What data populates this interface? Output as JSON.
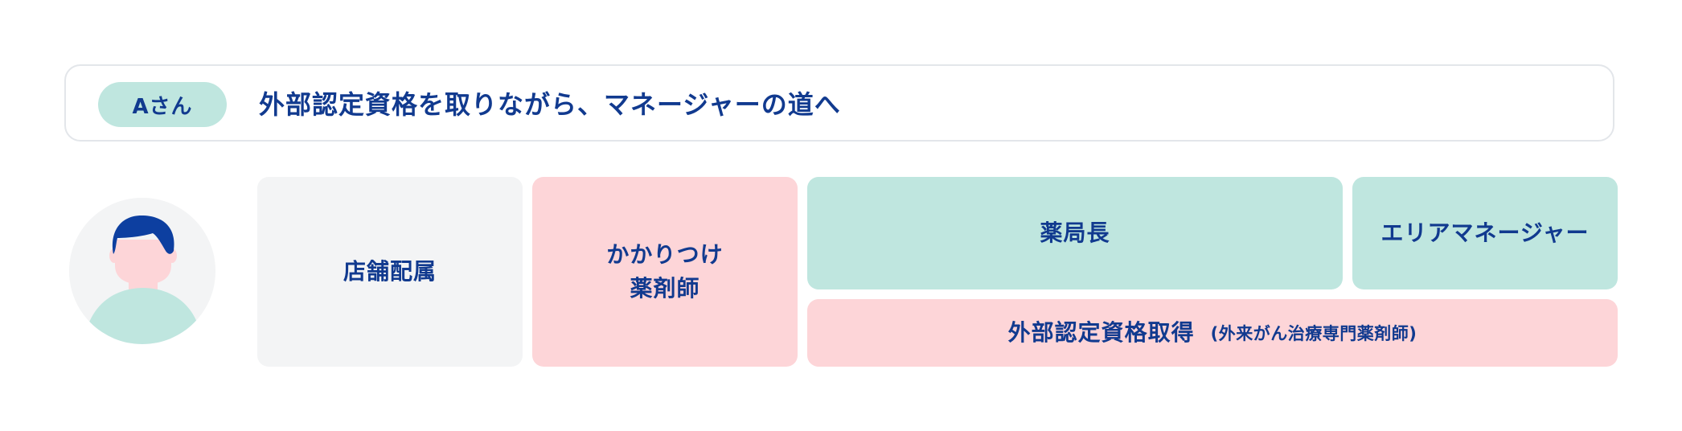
{
  "header": {
    "person_label": "Aさん",
    "headline": "外部認定資格を取りながら、マネージャーの道へ"
  },
  "avatar": {
    "icon": "person-avatar-icon",
    "hair_color": "#0d3fa0",
    "skin_color": "#fdd5d8",
    "shirt_color": "#bfe6df",
    "background_color": "#f3f4f5"
  },
  "career_path": {
    "stages": [
      {
        "label": "店舗配属"
      },
      {
        "label_line1": "かかりつけ",
        "label_line2": "薬剤師"
      },
      {
        "label": "薬局長"
      },
      {
        "label": "エリアマネージャー"
      }
    ],
    "certification": {
      "label": "外部認定資格取得",
      "note": "(外来がん治療専門薬剤師)"
    }
  },
  "colors": {
    "text": "#113a8f",
    "gray": "#f3f4f5",
    "pink": "#fdd5d8",
    "mint": "#bfe6df",
    "border": "#e3e6ea"
  }
}
